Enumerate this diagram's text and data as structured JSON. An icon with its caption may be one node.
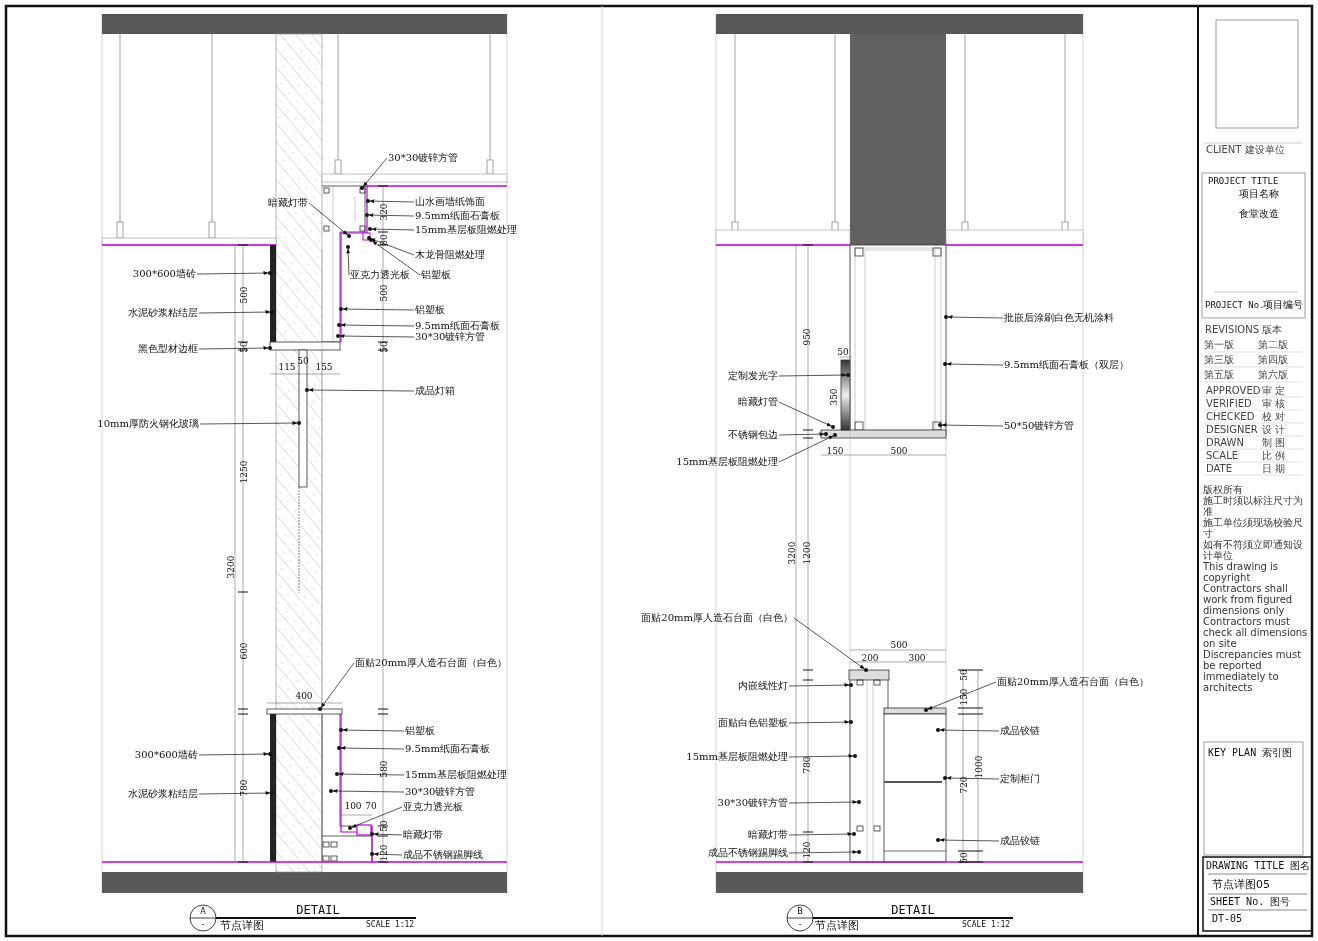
{
  "diagram": {
    "nodes": [
      {
        "text": [
          "30*30镀锌方管"
        ]
      },
      {
        "text": [
          "暗藏灯带"
        ]
      },
      {
        "text": [
          "山水画墙纸饰面"
        ]
      },
      {
        "text": [
          "9.5mm纸面石膏板"
        ]
      },
      {
        "text": [
          "15mm基层板阻燃处理"
        ]
      },
      {
        "text": [
          "木龙骨阻燃处理"
        ]
      },
      {
        "text": [
          "亚克力透光板"
        ]
      },
      {
        "text": [
          "铝塑板"
        ]
      },
      {
        "text": [
          "300*600墙砖"
        ]
      },
      {
        "text": [
          "水泥砂浆粘结层"
        ]
      },
      {
        "text": [
          "铝塑板"
        ]
      },
      {
        "text": [
          "9.5mm纸面石膏板"
        ]
      },
      {
        "text": [
          "30*30镀锌方管"
        ]
      },
      {
        "text": [
          "黑色型材边框"
        ]
      },
      {
        "text": [
          "成品灯箱"
        ]
      },
      {
        "text": [
          "10mm厚防火钢化玻璃"
        ]
      },
      {
        "text": [
          "面贴20mm厚人造石台面（白色）"
        ]
      },
      {
        "text": [
          "铝塑板"
        ]
      },
      {
        "text": [
          "9.5mm纸面石膏板"
        ]
      },
      {
        "text": [
          "300*600墙砖"
        ]
      },
      {
        "text": [
          "15mm基层板阻燃处理"
        ]
      },
      {
        "text": [
          "水泥砂浆粘结层"
        ]
      },
      {
        "text": [
          "30*30镀锌方管"
        ]
      },
      {
        "text": [
          "亚克力透光板"
        ]
      },
      {
        "text": [
          "暗藏灯带"
        ]
      },
      {
        "text": [
          "成品不锈钢踢脚线"
        ]
      },
      {
        "text": [
          "批嵌后涂刷白色无机涂料"
        ]
      },
      {
        "text": [
          "定制发光字"
        ]
      },
      {
        "text": [
          "9.5mm纸面石膏板（双层）"
        ]
      },
      {
        "text": [
          "暗藏灯管"
        ]
      },
      {
        "text": [
          "不锈钢包边"
        ]
      },
      {
        "text": [
          "50*50镀锌方管"
        ]
      },
      {
        "text": [
          "15mm基层板阻燃处理"
        ]
      },
      {
        "text": [
          "面贴20mm厚人造石台面（白色）"
        ]
      },
      {
        "text": [
          "面贴20mm厚人造石台面（白色）"
        ]
      },
      {
        "text": [
          "内嵌线性灯"
        ]
      },
      {
        "text": [
          "面贴白色铝塑板"
        ]
      },
      {
        "text": [
          "成品铰链"
        ]
      },
      {
        "text": [
          "15mm基层板阻燃处理"
        ]
      },
      {
        "text": [
          "定制柜门"
        ]
      },
      {
        "text": [
          "30*30镀锌方管"
        ]
      },
      {
        "text": [
          "暗藏灯带"
        ]
      },
      {
        "text": [
          "成品铰链"
        ]
      },
      {
        "text": [
          "成品不锈钢踢脚线"
        ]
      },
      {
        "text": [],
        "shape": "dot"
      },
      {
        "text": [],
        "shape": "dot"
      },
      {
        "text": [],
        "shape": "dot"
      },
      {
        "text": [],
        "shape": "dot"
      },
      {
        "text": [],
        "shape": "dot"
      },
      {
        "text": [],
        "shape": "dot"
      },
      {
        "text": [],
        "shape": "dot"
      },
      {
        "text": [],
        "shape": "dot"
      },
      {
        "text": [],
        "shape": "dot"
      },
      {
        "text": [],
        "shape": "dot"
      },
      {
        "text": [],
        "shape": "dot"
      },
      {
        "text": [],
        "shape": "dot"
      },
      {
        "text": [],
        "shape": "dot"
      },
      {
        "text": [],
        "shape": "dot"
      },
      {
        "text": [],
        "shape": "dot"
      },
      {
        "text": [],
        "shape": "dot"
      },
      {
        "text": [],
        "shape": "dot"
      },
      {
        "text": [],
        "shape": "dot"
      },
      {
        "text": [],
        "shape": "dot"
      },
      {
        "text": [],
        "shape": "dot"
      },
      {
        "text": [],
        "shape": "dot"
      },
      {
        "text": [],
        "shape": "dot"
      },
      {
        "text": [],
        "shape": "dot"
      },
      {
        "text": [],
        "shape": "dot"
      },
      {
        "text": [],
        "shape": "dot"
      },
      {
        "text": [],
        "shape": "dot"
      },
      {
        "text": [],
        "shape": "dot"
      },
      {
        "text": [],
        "shape": "dot"
      },
      {
        "text": [],
        "shape": "dot"
      },
      {
        "text": [],
        "shape": "dot"
      },
      {
        "text": [],
        "shape": "dot"
      },
      {
        "text": [],
        "shape": "dot"
      },
      {
        "text": [],
        "shape": "dot"
      },
      {
        "text": [],
        "shape": "dot"
      },
      {
        "text": [],
        "shape": "dot"
      },
      {
        "text": [],
        "shape": "dot"
      },
      {
        "text": [],
        "shape": "dot"
      },
      {
        "text": [],
        "shape": "dot"
      },
      {
        "text": [],
        "shape": "dot"
      },
      {
        "text": [],
        "shape": "dot"
      },
      {
        "text": [],
        "shape": "dot"
      },
      {
        "text": [],
        "shape": "dot"
      },
      {
        "text": [],
        "shape": "dot"
      },
      {
        "text": [],
        "shape": "dot"
      }
    ],
    "edges": [
      {
        "from": 0,
        "to": 44,
        "arrow": "to"
      },
      {
        "from": 1,
        "to": 45,
        "arrow": "to"
      },
      {
        "from": 2,
        "to": 46,
        "arrow": "to"
      },
      {
        "from": 3,
        "to": 47,
        "arrow": "to"
      },
      {
        "from": 4,
        "to": 48,
        "arrow": "to"
      },
      {
        "from": 5,
        "to": 49,
        "arrow": "to"
      },
      {
        "from": 6,
        "to": 50,
        "arrow": "to"
      },
      {
        "from": 7,
        "to": 51,
        "arrow": "to"
      },
      {
        "from": 8,
        "to": 52,
        "arrow": "to"
      },
      {
        "from": 9,
        "to": 53,
        "arrow": "to"
      },
      {
        "from": 10,
        "to": 54,
        "arrow": "to"
      },
      {
        "from": 11,
        "to": 55,
        "arrow": "to"
      },
      {
        "from": 12,
        "to": 56,
        "arrow": "to"
      },
      {
        "from": 13,
        "to": 57,
        "arrow": "to"
      },
      {
        "from": 14,
        "to": 58,
        "arrow": "to"
      },
      {
        "from": 15,
        "to": 59,
        "arrow": "to"
      },
      {
        "from": 16,
        "to": 60,
        "arrow": "to"
      },
      {
        "from": 17,
        "to": 61,
        "arrow": "to"
      },
      {
        "from": 18,
        "to": 62,
        "arrow": "to"
      },
      {
        "from": 19,
        "to": 63,
        "arrow": "to"
      },
      {
        "from": 20,
        "to": 64,
        "arrow": "to"
      },
      {
        "from": 21,
        "to": 65,
        "arrow": "to"
      },
      {
        "from": 22,
        "to": 66,
        "arrow": "to"
      },
      {
        "from": 23,
        "to": 67,
        "arrow": "to"
      },
      {
        "from": 24,
        "to": 68,
        "arrow": "to"
      },
      {
        "from": 25,
        "to": 69,
        "arrow": "to"
      },
      {
        "from": 26,
        "to": 70,
        "arrow": "to"
      },
      {
        "from": 27,
        "to": 71,
        "arrow": "to"
      },
      {
        "from": 28,
        "to": 72,
        "arrow": "to"
      },
      {
        "from": 29,
        "to": 73,
        "arrow": "to"
      },
      {
        "from": 30,
        "to": 74,
        "arrow": "to"
      },
      {
        "from": 31,
        "to": 75,
        "arrow": "to"
      },
      {
        "from": 32,
        "to": 76,
        "arrow": "to"
      },
      {
        "from": 33,
        "to": 77,
        "arrow": "to"
      },
      {
        "from": 34,
        "to": 78,
        "arrow": "to"
      },
      {
        "from": 35,
        "to": 79,
        "arrow": "to"
      },
      {
        "from": 36,
        "to": 80,
        "arrow": "to"
      },
      {
        "from": 37,
        "to": 81,
        "arrow": "to"
      },
      {
        "from": 38,
        "to": 82,
        "arrow": "to"
      },
      {
        "from": 39,
        "to": 83,
        "arrow": "to"
      },
      {
        "from": 40,
        "to": 84,
        "arrow": "to"
      },
      {
        "from": 41,
        "to": 85,
        "arrow": "to"
      },
      {
        "from": 42,
        "to": 86,
        "arrow": "to"
      },
      {
        "from": 43,
        "to": 87,
        "arrow": "to"
      }
    ],
    "labels": [
      "320",
      "80",
      "500",
      "500",
      "50",
      "50",
      "115",
      "50",
      "155",
      "1250",
      "3200",
      "600",
      "400",
      "580",
      "100",
      "70",
      "780",
      "50",
      "120",
      "950",
      "50",
      "350",
      "150",
      "500",
      "3200",
      "1200",
      "500",
      "200",
      "300",
      "780",
      "120",
      "50",
      "150",
      "1000",
      "720",
      "50",
      "CLIENT 建设单位",
      "PROJECT TITLE",
      "项目名称",
      "食堂改造",
      "PROJECT No.",
      "项目编号",
      "REVISIONS 版本",
      "第一版",
      "第二版",
      "第三版",
      "第四版",
      "第五版",
      "第六版",
      "APPROVED",
      "审 定",
      "VERIFIED",
      "审 核",
      "CHECKED",
      "校 对",
      "DESIGNER",
      "设 计",
      "DRAWN",
      "制 图",
      "SCALE",
      "比 例",
      "DATE",
      "日 期",
      "版权所有",
      "施工时须以标注尺寸为准",
      "施工单位须现场校验尺寸",
      "如有不符须立即通知设计单位",
      "This drawing is copyright",
      "Contractors shall work from figured dimensions only",
      "Contractors must check all dimensions on site",
      "Discrepancies must be reported immediately to architects",
      "KEY PLAN 索引图",
      "DRAWING TITLE 图名",
      "节点详图05",
      "SHEET No. 图号",
      "DT-05",
      "A",
      "-",
      "DETAIL",
      "节点详图",
      "SCALE 1:12",
      "B",
      "-",
      "DETAIL",
      "节点详图",
      "SCALE 1:12"
    ]
  }
}
